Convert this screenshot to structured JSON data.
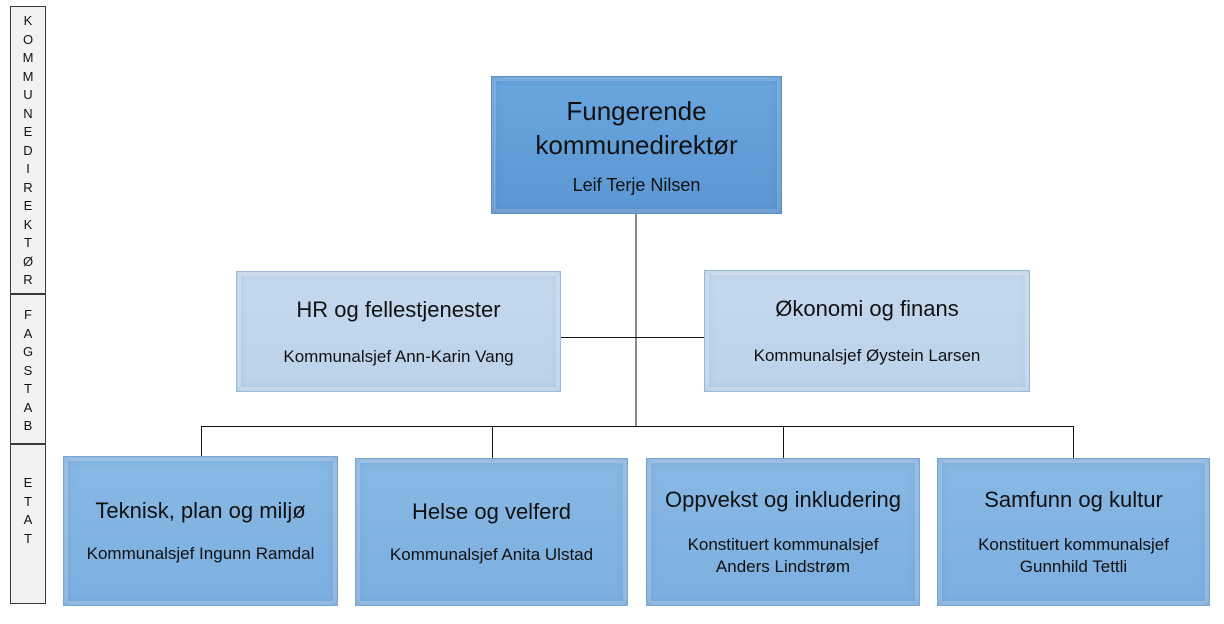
{
  "side_labels": {
    "kommunedirektor": [
      "K",
      "O",
      "M",
      "M",
      "U",
      "N",
      "E",
      "D",
      "I",
      "R",
      "E",
      "K",
      "T",
      "Ø",
      "R"
    ],
    "fagstab": [
      "F",
      "A",
      "G",
      "S",
      "T",
      "A",
      "B"
    ],
    "etat": [
      "E",
      "T",
      "A",
      "T"
    ]
  },
  "top": {
    "title_line1": "Fungerende",
    "title_line2": "kommunedirektør",
    "name": "Leif Terje Nilsen"
  },
  "staff": [
    {
      "title": "HR og fellestjenester",
      "name": "Kommunalsjef Ann-Karin Vang"
    },
    {
      "title": "Økonomi og finans",
      "name": "Kommunalsjef Øystein Larsen"
    }
  ],
  "units": [
    {
      "title": "Teknisk, plan og miljø",
      "name_line1": "Kommunalsjef Ingunn Ramdal",
      "name_line2": ""
    },
    {
      "title": "Helse og velferd",
      "name_line1": "Kommunalsjef Anita Ulstad",
      "name_line2": ""
    },
    {
      "title": "Oppvekst og inkludering",
      "name_line1": "Konstituert kommunalsjef",
      "name_line2": "Anders Lindstrøm"
    },
    {
      "title": "Samfunn og kultur",
      "name_line1": "Konstituert kommunalsjef",
      "name_line2": "Gunnhild Tettli"
    }
  ]
}
